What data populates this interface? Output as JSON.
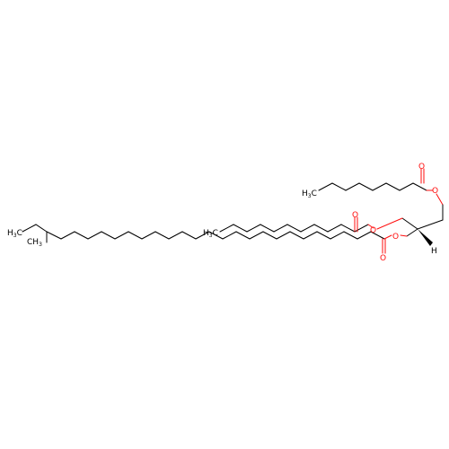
{
  "molecule": {
    "atoms": {
      "ch3_a": {
        "text": "H",
        "sub": "3",
        "tail": "C",
        "color": "#000000"
      },
      "ch3_b": {
        "text": "H",
        "sub": "3",
        "tail": "C",
        "color": "#000000"
      },
      "ch3_c": {
        "text": "H",
        "sub": "3",
        "tail": "C",
        "color": "#000000"
      },
      "ch3_d": {
        "text": "CH",
        "sub": "3",
        "tail": "",
        "color": "#000000"
      },
      "o_label": "O",
      "h_label": "H"
    },
    "colors": {
      "carbon": "#000000",
      "oxygen": "#ff0d0d"
    }
  }
}
